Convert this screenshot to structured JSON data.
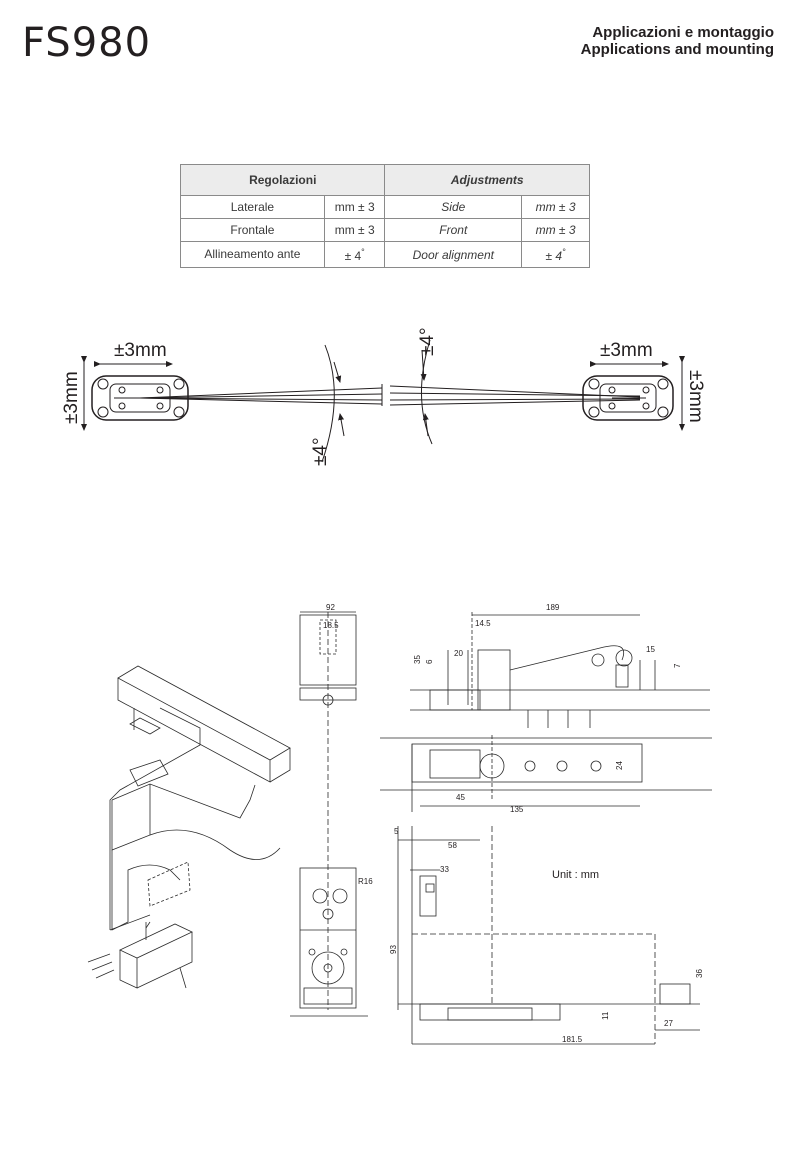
{
  "header": {
    "model": "FS980",
    "title_it": "Applicazioni e montaggio",
    "title_en": "Applications and mounting"
  },
  "table": {
    "head_it": "Regolazioni",
    "head_en": "Adjustments",
    "rows": [
      {
        "it": "Laterale",
        "it_val": "mm ± 3",
        "en": "Side",
        "en_val": "mm ± 3"
      },
      {
        "it": "Frontale",
        "it_val": "mm ± 3",
        "en": "Front",
        "en_val": "mm ± 3"
      },
      {
        "it": "Allineamento ante",
        "it_val": "± 4",
        "en": "Door alignment",
        "en_val": "± 4"
      }
    ],
    "degree": "°"
  },
  "adjust_diagram": {
    "left_horizontal": "±3mm",
    "left_vertical": "±3mm",
    "left_angle": "±4°",
    "right_horizontal": "±3mm",
    "right_vertical": "±3mm",
    "right_angle": "±4°"
  },
  "technical_drawing": {
    "unit_label": "Unit : mm",
    "dims": {
      "d92": "92",
      "d18_5": "18.5",
      "r16": "R16",
      "d189": "189",
      "d14_5": "14.5",
      "d20": "20",
      "d15": "15",
      "d35": "35",
      "d6": "6",
      "d7": "7",
      "d24": "24",
      "d45": "45",
      "d135": "135",
      "d5": "5",
      "d58": "58",
      "d33": "33",
      "d93": "93",
      "d36": "36",
      "d11": "11",
      "d27": "27",
      "d181_5": "181.5"
    }
  }
}
